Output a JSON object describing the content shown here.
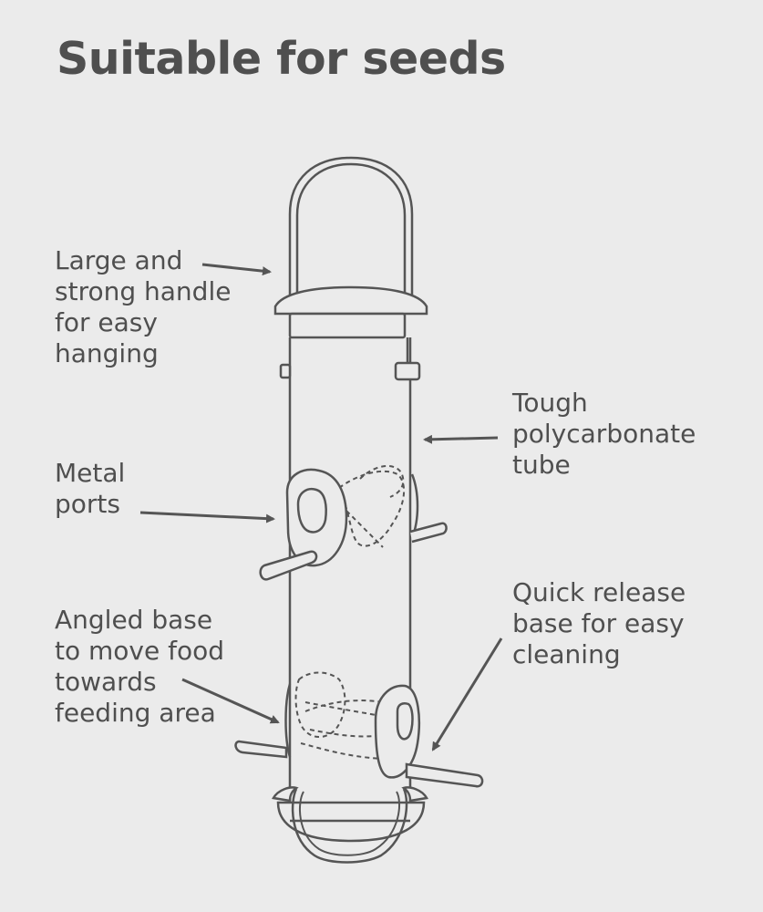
{
  "title": "Suitable for seeds",
  "callouts": {
    "handle": {
      "lines": [
        "Large and",
        "strong handle",
        "for easy",
        "hanging"
      ]
    },
    "tube": {
      "lines": [
        "Tough",
        "polycarbonate",
        "tube"
      ]
    },
    "ports": {
      "lines": [
        "Metal",
        "ports"
      ]
    },
    "base": {
      "lines": [
        "Angled base",
        "to move food",
        "towards",
        "feeding area"
      ]
    },
    "release": {
      "lines": [
        "Quick release",
        "base for easy",
        "cleaning"
      ]
    }
  },
  "colors": {
    "background": "#ebebeb",
    "ink": "#555555",
    "text": "#4f4f4f"
  }
}
